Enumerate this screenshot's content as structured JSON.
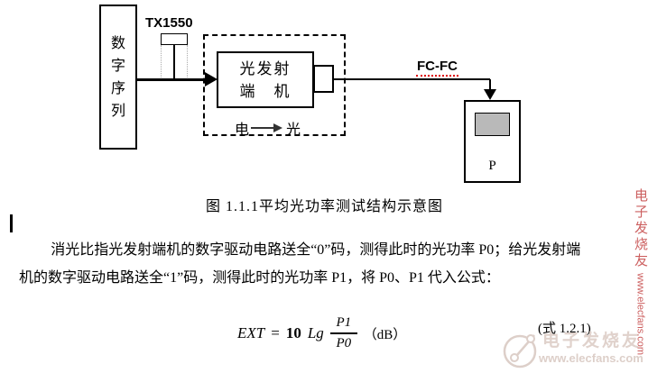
{
  "diagram": {
    "seq_chars": [
      "数",
      "字",
      "序",
      "列"
    ],
    "tx_label": "TX1550",
    "tx_box_line1": "光发射",
    "tx_box_line2": "端　机",
    "eo_left": "电",
    "eo_right": "光",
    "fcfc_label": "FC-FC",
    "meter_label": "P"
  },
  "caption": "图 1.1.1平均光功率测试结构示意图",
  "paragraph": {
    "line1": "消光比指光发射端机的数字驱动电路送全“0”码，测得此时的光功率 P0；给光发射端",
    "line2": "机的数字驱动电路送全“1”码，测得此时的光功率 P1，将 P0、P1 代入公式："
  },
  "formula": {
    "lhs": "EXT",
    "eq": "=",
    "coef": "10",
    "fn": "Lg",
    "numerator": "P1",
    "denominator": "P0",
    "unit": "（dB）",
    "tag": "(式 1.2.1)"
  },
  "watermark": {
    "brand": "电子发烧友",
    "url": "www.elecfans.com",
    "side_brand": "电子发烧友",
    "side_url": "www.elecfans.com",
    "light_color": "#ddcfc9",
    "red_color": "#cc5f5f"
  },
  "colors": {
    "screen_gray": "#b9b9b9",
    "spellcheck_red": "#dd0000",
    "line_black": "#000000"
  }
}
